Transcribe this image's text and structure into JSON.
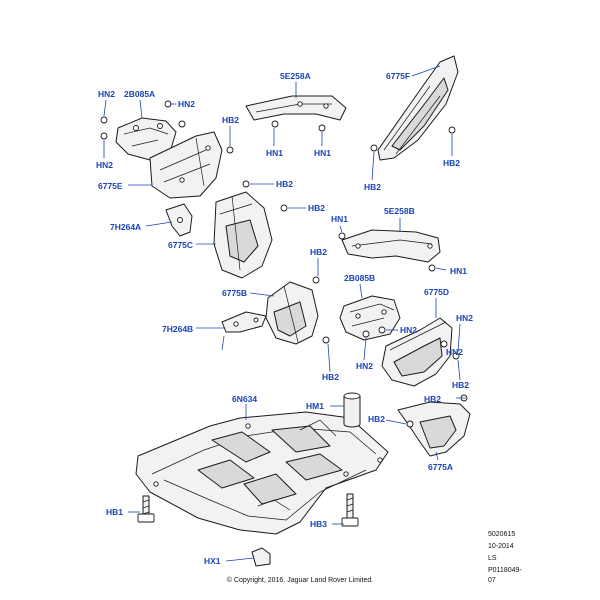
{
  "labels": {
    "hn2_a": "HN2",
    "b2b085a": "2B085A",
    "hn2_b": "HN2",
    "hn2_c": "HN2",
    "e5e258a": "5E258A",
    "f6775": "6775F",
    "hb2_a": "HB2",
    "hn1_a": "HN1",
    "hn1_b": "HN1",
    "hb2_b": "HB2",
    "hb2_c": "HB2",
    "e6775": "6775E",
    "hb2_d": "HB2",
    "hb2_e": "HB2",
    "h7264a": "7H264A",
    "hn1_c": "HN1",
    "e5e258b": "5E258B",
    "c6775": "6775C",
    "hb2_f": "HB2",
    "hn1_d": "HN1",
    "b2b085b": "2B085B",
    "b6775": "6775B",
    "d6775": "6775D",
    "hn2_d": "HN2",
    "h7264b": "7H264B",
    "hn2_e": "HN2",
    "hn2_f": "HN2",
    "hb2_g": "HB2",
    "hn2_g": "HN2",
    "hb2_h": "HB2",
    "n6n634": "6N634",
    "hm1": "HM1",
    "hb2_i": "HB2",
    "hb2_j": "HB2",
    "a6775": "6775A",
    "hb1": "HB1",
    "hb3": "HB3",
    "hx1": "HX1"
  },
  "reference": {
    "code": "5020615",
    "date": "10-2014",
    "initials": "LS",
    "drawing_number": "P0118049-07"
  },
  "copyright": "© Copyright, 2016. Jaguar Land Rover Limited."
}
